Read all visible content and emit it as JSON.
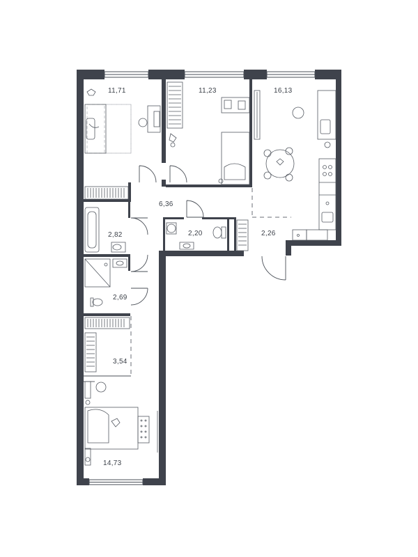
{
  "rooms": [
    {
      "id": "bedroom-1",
      "area": "11,71"
    },
    {
      "id": "bedroom-2",
      "area": "11,23"
    },
    {
      "id": "living-kitchen",
      "area": "16,13"
    },
    {
      "id": "hallway",
      "area": "6,36"
    },
    {
      "id": "bathroom-1",
      "area": "2,82"
    },
    {
      "id": "wc",
      "area": "2,20"
    },
    {
      "id": "entrance-hall",
      "area": "2,26"
    },
    {
      "id": "bathroom-2",
      "area": "2,69"
    },
    {
      "id": "wardrobe",
      "area": "3,54"
    },
    {
      "id": "master-bedroom",
      "area": "14,73"
    }
  ],
  "colors": {
    "wall": "#3f434c",
    "text": "#3a3f47",
    "background": "#ffffff"
  }
}
